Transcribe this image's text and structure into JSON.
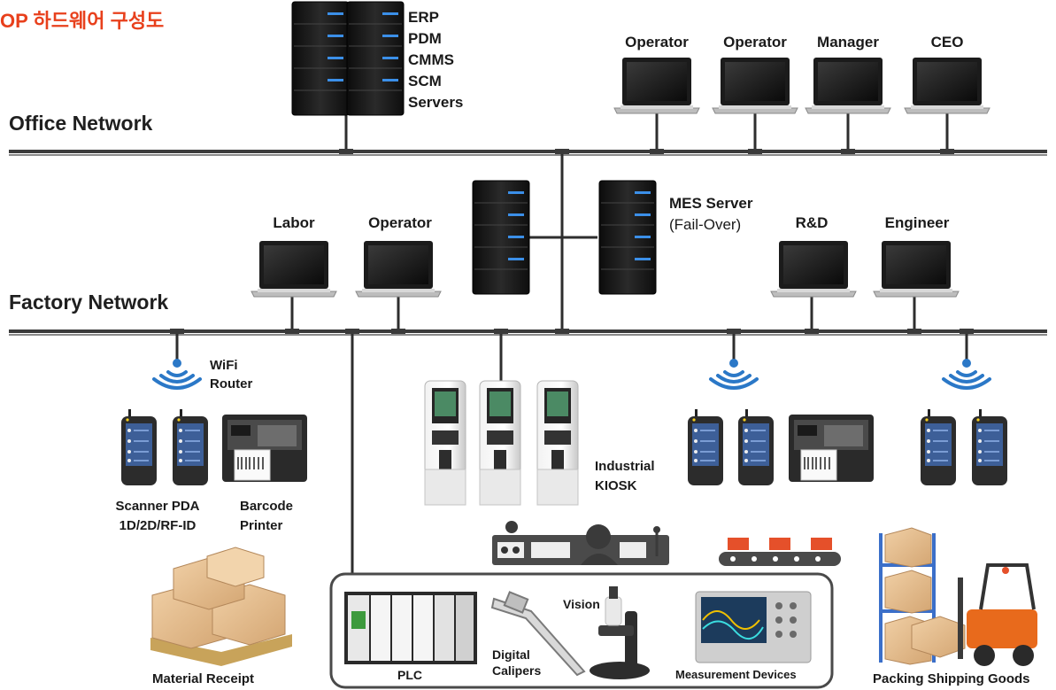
{
  "title": "OP 하드웨어 구성도",
  "networks": {
    "office": "Office Network",
    "factory": "Factory Network"
  },
  "office_servers": {
    "labels": [
      "ERP",
      "PDM",
      "CMMS",
      "SCM",
      "Servers"
    ]
  },
  "office_clients": [
    {
      "label": "Operator"
    },
    {
      "label": "Operator"
    },
    {
      "label": "Manager"
    },
    {
      "label": "CEO"
    }
  ],
  "mes_server": {
    "line1": "MES Server",
    "line2": "(Fail-Over)"
  },
  "factory_clients": [
    {
      "label": "Labor"
    },
    {
      "label": "Operator"
    },
    {
      "label": "R&D"
    },
    {
      "label": "Engineer"
    }
  ],
  "wifi_router": {
    "line1": "WiFi",
    "line2": "Router"
  },
  "scanner": {
    "line1": "Scanner PDA",
    "line2": "1D/2D/RF-ID"
  },
  "printer": {
    "line1": "Barcode",
    "line2": "Printer"
  },
  "kiosk": {
    "line1": "Industrial",
    "line2": "KIOSK"
  },
  "material_receipt": "Material Receipt",
  "packing": "Packing Shipping Goods",
  "shopfloor": {
    "plc": "PLC",
    "digital": "Digital",
    "calipers": "Calipers",
    "vision": "Vision",
    "measurement": "Measurement Devices"
  },
  "colors": {
    "title": "#e8401c",
    "network_line": "#3a3a3a",
    "wifi": "#2b78c7",
    "server_led": "#3b8fe8",
    "box": "#e0b789",
    "conveyor_box": "#e5502a",
    "forklift": "#e86a1c"
  }
}
